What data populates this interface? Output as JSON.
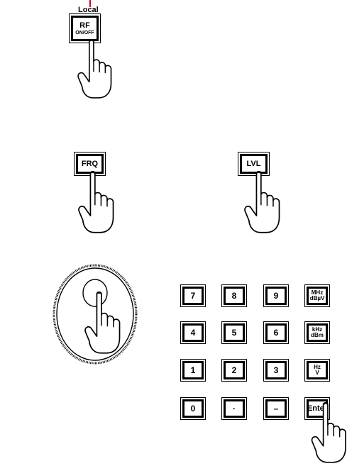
{
  "rf_panel": {
    "local_label": "Local",
    "rf_label": "RF",
    "onoff_label": "ON/OFF"
  },
  "frq_key": {
    "label": "FRQ"
  },
  "lvl_key": {
    "label": "LVL"
  },
  "keypad": {
    "rows": [
      [
        "7",
        "8",
        "9"
      ],
      [
        "4",
        "5",
        "6"
      ],
      [
        "1",
        "2",
        "3"
      ],
      [
        "0",
        "·",
        "–"
      ]
    ],
    "units": [
      [
        "MHz",
        "dBµV"
      ],
      [
        "kHz",
        "dBm"
      ],
      [
        "Hz",
        "V"
      ]
    ],
    "enter_label": "Enter"
  },
  "icons": [
    "pointing-hand-icon",
    "rotary-knob-icon"
  ],
  "colors": {
    "accent_line": "#d0021b",
    "ink": "#000000",
    "background": "#ffffff"
  }
}
